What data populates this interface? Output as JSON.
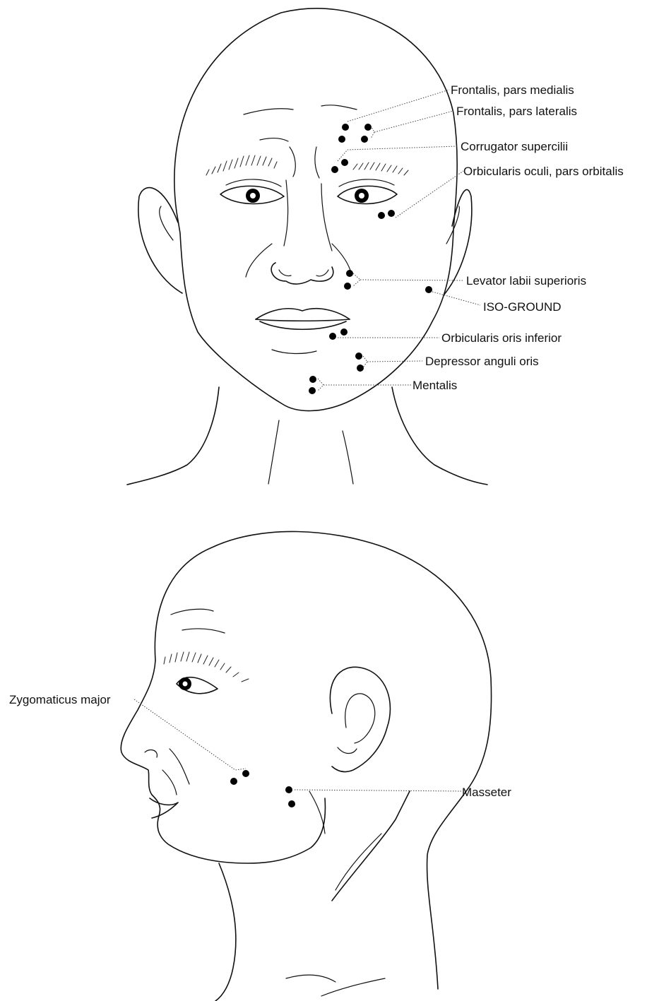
{
  "diagram": {
    "frontal_view": {
      "labels": {
        "frontalis_medialis": "Frontalis, pars medialis",
        "frontalis_lateralis": "Frontalis, pars lateralis",
        "corrugator": "Corrugator supercilii",
        "orbicularis_oculi": "Orbicularis oculi, pars orbitalis",
        "levator": "Levator labii superioris",
        "iso_ground": "ISO-GROUND",
        "orbicularis_oris": "Orbicularis oris inferior",
        "depressor": "Depressor anguli oris",
        "mentalis": "Mentalis"
      }
    },
    "profile_view": {
      "labels": {
        "zygomaticus": "Zygomaticus major",
        "masseter": "Masseter"
      }
    },
    "electrode_color": "#000000"
  }
}
